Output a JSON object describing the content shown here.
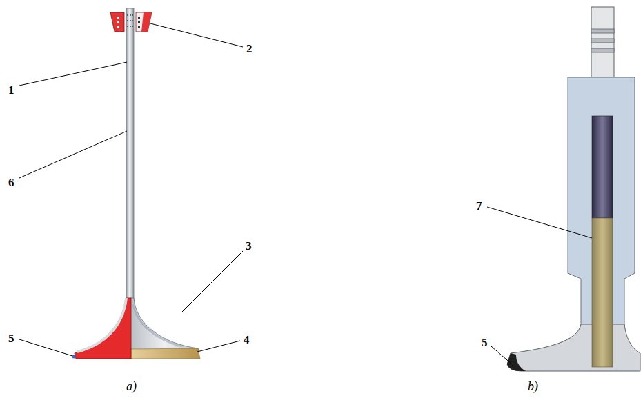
{
  "diagram": {
    "labels": [
      "2",
      "1",
      "6",
      "3",
      "5",
      "4",
      "a)",
      "7",
      "5",
      "b)"
    ]
  }
}
